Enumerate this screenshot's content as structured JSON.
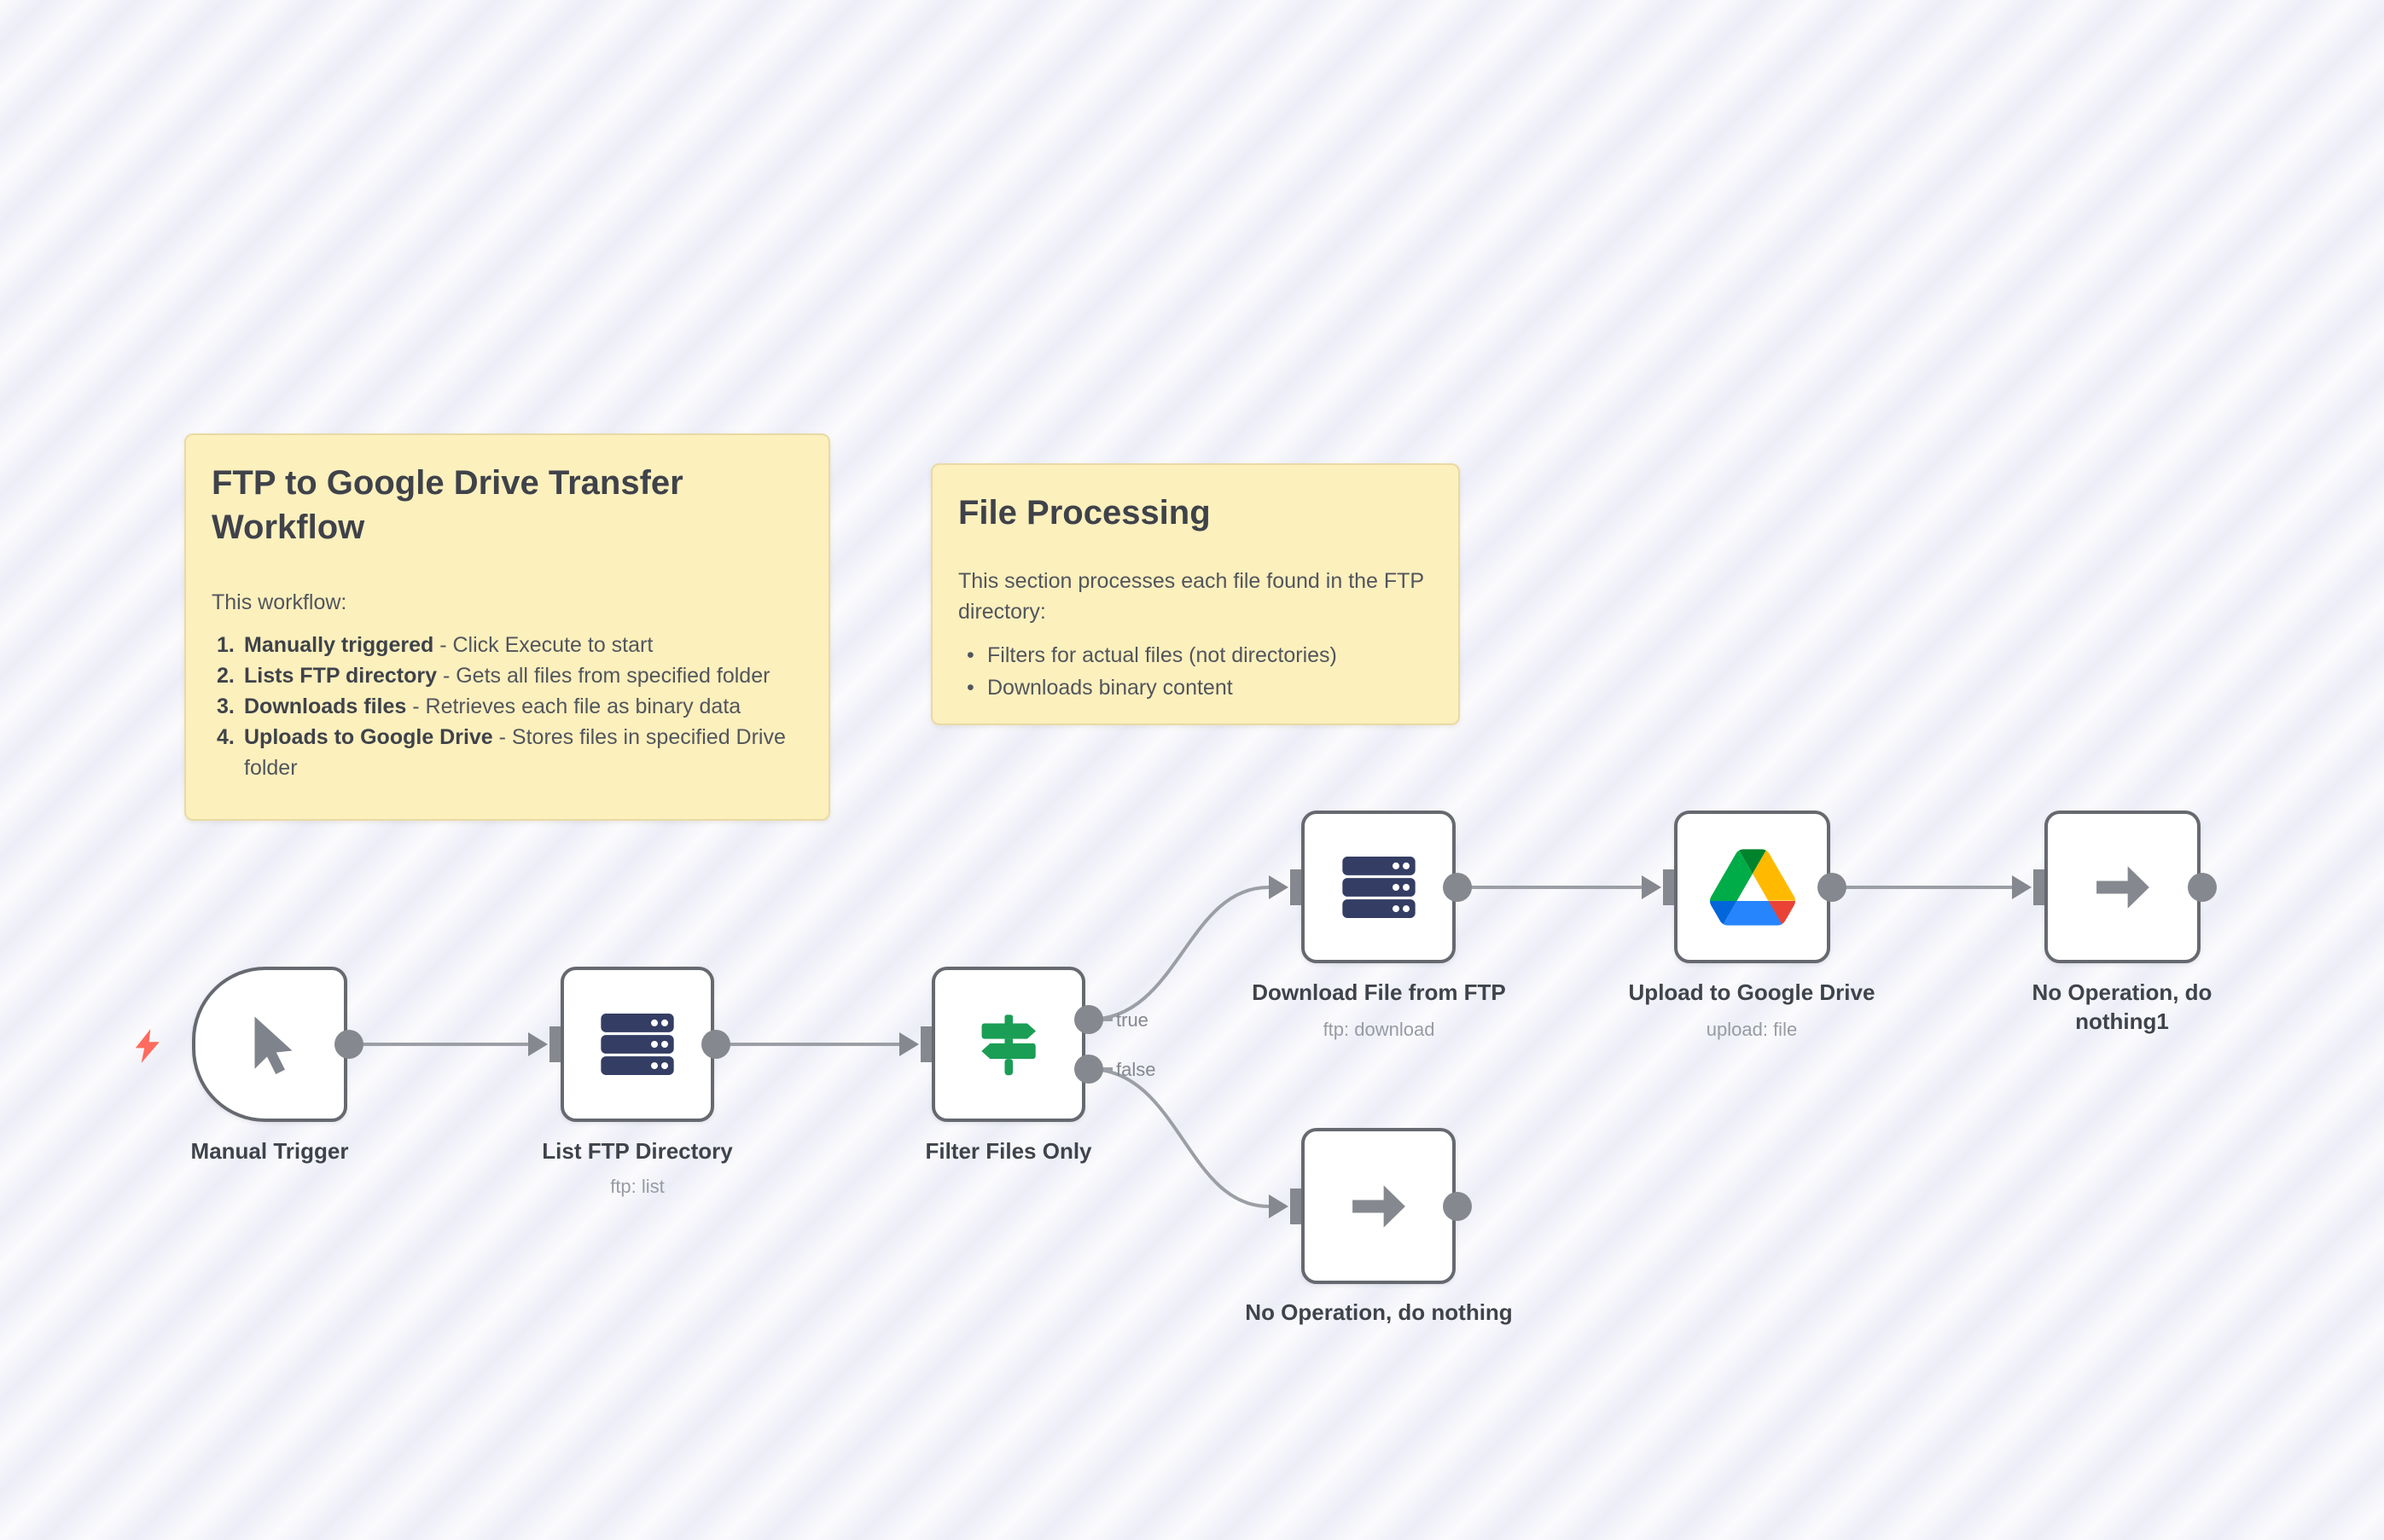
{
  "sticky_notes": [
    {
      "title": "FTP to Google Drive Transfer Workflow",
      "intro": "This workflow:",
      "items": [
        {
          "num": "1.",
          "bold": "Manually triggered",
          "rest": " - Click Execute to start"
        },
        {
          "num": "2.",
          "bold": "Lists FTP directory",
          "rest": " - Gets all files from specified folder"
        },
        {
          "num": "3.",
          "bold": "Downloads files",
          "rest": " - Retrieves each file as binary data"
        },
        {
          "num": "4.",
          "bold": "Uploads to Google Drive",
          "rest": " - Stores files in specified Drive folder"
        }
      ]
    },
    {
      "title": "File Processing",
      "intro": "This section processes each file found in the FTP directory:",
      "bullets": [
        {
          "marker": "•",
          "text": "Filters for actual files (not directories)"
        },
        {
          "marker": "•",
          "text": "Downloads binary content"
        }
      ]
    }
  ],
  "nodes": [
    {
      "label": "Manual Trigger",
      "sublabel": "",
      "icon": "cursor-icon"
    },
    {
      "label": "List FTP Directory",
      "sublabel": "ftp: list",
      "icon": "server-icon"
    },
    {
      "label": "Filter Files Only",
      "sublabel": "",
      "icon": "signpost-icon"
    },
    {
      "label": "Download File from FTP",
      "sublabel": "ftp: download",
      "icon": "server-icon"
    },
    {
      "label": "Upload to Google Drive",
      "sublabel": "upload: file",
      "icon": "google-drive-icon"
    },
    {
      "label": "No Operation, do nothing1",
      "sublabel": "",
      "icon": "arrow-icon"
    },
    {
      "label": "No Operation, do nothing",
      "sublabel": "",
      "icon": "arrow-icon"
    }
  ],
  "outputs": {
    "true_label": "true",
    "false_label": "false"
  },
  "colors": {
    "sticky_bg": "#FCF0BD",
    "sticky_border": "#E9DAA4",
    "node_border": "#66696F",
    "connector": "#9B9FA5",
    "port": "#85888E",
    "lightning": "#FF6B5E",
    "icon_server": "#343D63",
    "icon_signpost": "#1A9E55",
    "icon_arrow": "#85898F",
    "icon_cursor": "#7E838C",
    "drive_blue": "#0066DA",
    "drive_green": "#00AC47",
    "drive_red": "#EA4335",
    "drive_dark_green": "#00832D",
    "drive_light_blue": "#2684FC",
    "drive_yellow": "#FFBA00"
  }
}
